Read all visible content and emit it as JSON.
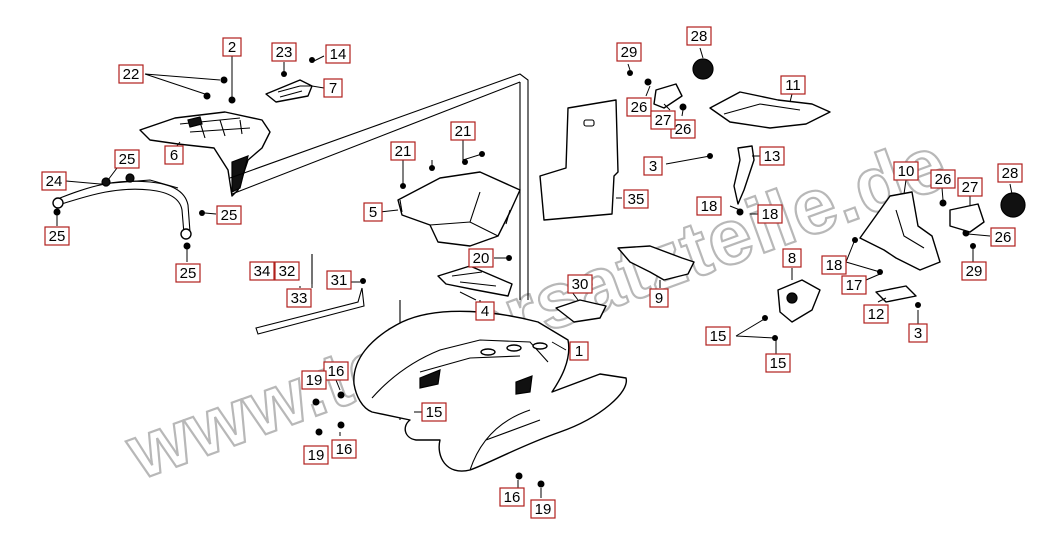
{
  "watermark": "www.tgb-ersatzteile.de",
  "colors": {
    "label_border": "#b0201d",
    "line": "#000000",
    "watermark_stroke": "#b8b8b8"
  },
  "labels": [
    {
      "id": "l1",
      "text": "1"
    },
    {
      "id": "l2",
      "text": "2"
    },
    {
      "id": "l3a",
      "text": "3"
    },
    {
      "id": "l3b",
      "text": "3"
    },
    {
      "id": "l4",
      "text": "4"
    },
    {
      "id": "l5",
      "text": "5"
    },
    {
      "id": "l6",
      "text": "6"
    },
    {
      "id": "l7",
      "text": "7"
    },
    {
      "id": "l8",
      "text": "8"
    },
    {
      "id": "l9",
      "text": "9"
    },
    {
      "id": "l10",
      "text": "10"
    },
    {
      "id": "l11",
      "text": "11"
    },
    {
      "id": "l12",
      "text": "12"
    },
    {
      "id": "l13",
      "text": "13"
    },
    {
      "id": "l14",
      "text": "14"
    },
    {
      "id": "l15a",
      "text": "15"
    },
    {
      "id": "l15b",
      "text": "15"
    },
    {
      "id": "l15c",
      "text": "15"
    },
    {
      "id": "l16a",
      "text": "16"
    },
    {
      "id": "l16b",
      "text": "16"
    },
    {
      "id": "l16c",
      "text": "16"
    },
    {
      "id": "l17",
      "text": "17"
    },
    {
      "id": "l18a",
      "text": "18"
    },
    {
      "id": "l18b",
      "text": "18"
    },
    {
      "id": "l18c",
      "text": "18"
    },
    {
      "id": "l19a",
      "text": "19"
    },
    {
      "id": "l19b",
      "text": "19"
    },
    {
      "id": "l19c",
      "text": "19"
    },
    {
      "id": "l20",
      "text": "20"
    },
    {
      "id": "l21a",
      "text": "21"
    },
    {
      "id": "l21b",
      "text": "21"
    },
    {
      "id": "l22",
      "text": "22"
    },
    {
      "id": "l23",
      "text": "23"
    },
    {
      "id": "l24",
      "text": "24"
    },
    {
      "id": "l25a",
      "text": "25"
    },
    {
      "id": "l25b",
      "text": "25"
    },
    {
      "id": "l25c",
      "text": "25"
    },
    {
      "id": "l25d",
      "text": "25"
    },
    {
      "id": "l26a",
      "text": "26"
    },
    {
      "id": "l26b",
      "text": "26"
    },
    {
      "id": "l26c",
      "text": "26"
    },
    {
      "id": "l26d",
      "text": "26"
    },
    {
      "id": "l27a",
      "text": "27"
    },
    {
      "id": "l27b",
      "text": "27"
    },
    {
      "id": "l28a",
      "text": "28"
    },
    {
      "id": "l28b",
      "text": "28"
    },
    {
      "id": "l29a",
      "text": "29"
    },
    {
      "id": "l29b",
      "text": "29"
    },
    {
      "id": "l30",
      "text": "30"
    },
    {
      "id": "l31",
      "text": "31"
    },
    {
      "id": "l32",
      "text": "32"
    },
    {
      "id": "l33",
      "text": "33"
    },
    {
      "id": "l34",
      "text": "34"
    },
    {
      "id": "l35",
      "text": "35"
    }
  ]
}
